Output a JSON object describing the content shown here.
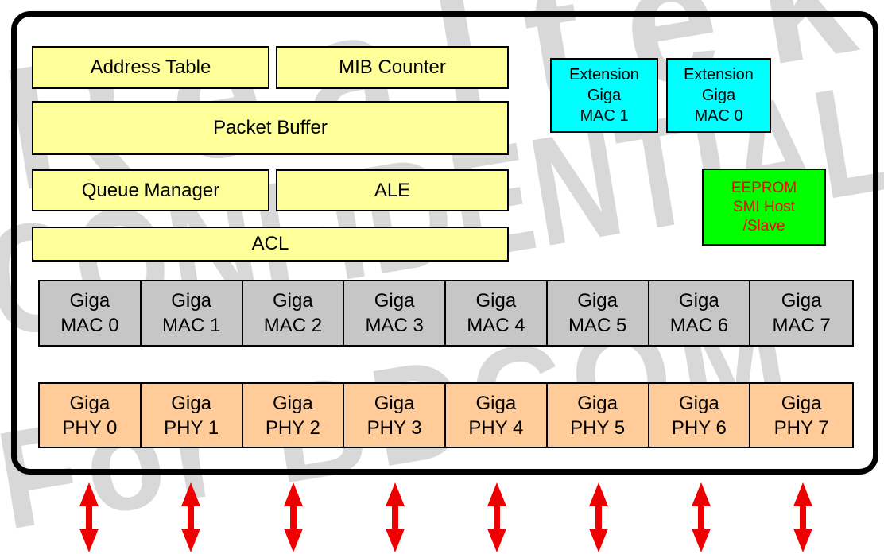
{
  "watermark": {
    "line1": "Realtek",
    "line2": "CONFIDENTIAL",
    "line3": "For BDCOM",
    "color": "#d8d8d8"
  },
  "colors": {
    "function_block": "#ffff99",
    "extension_mac_block": "#00ffff",
    "eeprom_block": "#00ff00",
    "eeprom_text": "#ff0000",
    "mac_cell": "#c6c6c6",
    "phy_cell": "#ffcc99",
    "port_arrow": "#ee0000",
    "outline": "#000000"
  },
  "blocks": {
    "address_table": {
      "label": "Address Table"
    },
    "mib_counter": {
      "label": "MIB Counter"
    },
    "packet_buffer": {
      "label": "Packet Buffer"
    },
    "queue_manager": {
      "label": "Queue Manager"
    },
    "ale": {
      "label": "ALE"
    },
    "acl": {
      "label": "ACL"
    },
    "extension_giga_mac_1": {
      "line1": "Extension",
      "line2": "Giga",
      "line3": "MAC 1"
    },
    "extension_giga_mac_0": {
      "line1": "Extension",
      "line2": "Giga",
      "line3": "MAC 0"
    },
    "eeprom_smi": {
      "line1": "EEPROM",
      "line2": "SMI Host",
      "line3": "/Slave"
    }
  },
  "mac_row": {
    "cells": [
      {
        "top": "Giga",
        "bottom": "MAC 0"
      },
      {
        "top": "Giga",
        "bottom": "MAC 1"
      },
      {
        "top": "Giga",
        "bottom": "MAC 2"
      },
      {
        "top": "Giga",
        "bottom": "MAC 3"
      },
      {
        "top": "Giga",
        "bottom": "MAC 4"
      },
      {
        "top": "Giga",
        "bottom": "MAC 5"
      },
      {
        "top": "Giga",
        "bottom": "MAC 6"
      },
      {
        "top": "Giga",
        "bottom": "MAC 7"
      }
    ]
  },
  "phy_row": {
    "cells": [
      {
        "top": "Giga",
        "bottom": "PHY 0"
      },
      {
        "top": "Giga",
        "bottom": "PHY 1"
      },
      {
        "top": "Giga",
        "bottom": "PHY 2"
      },
      {
        "top": "Giga",
        "bottom": "PHY 3"
      },
      {
        "top": "Giga",
        "bottom": "PHY 4"
      },
      {
        "top": "Giga",
        "bottom": "PHY 5"
      },
      {
        "top": "Giga",
        "bottom": "PHY 6"
      },
      {
        "top": "Giga",
        "bottom": "PHY 7"
      }
    ]
  },
  "port_arrows": {
    "count": 8,
    "direction": "bidirectional-vertical"
  }
}
